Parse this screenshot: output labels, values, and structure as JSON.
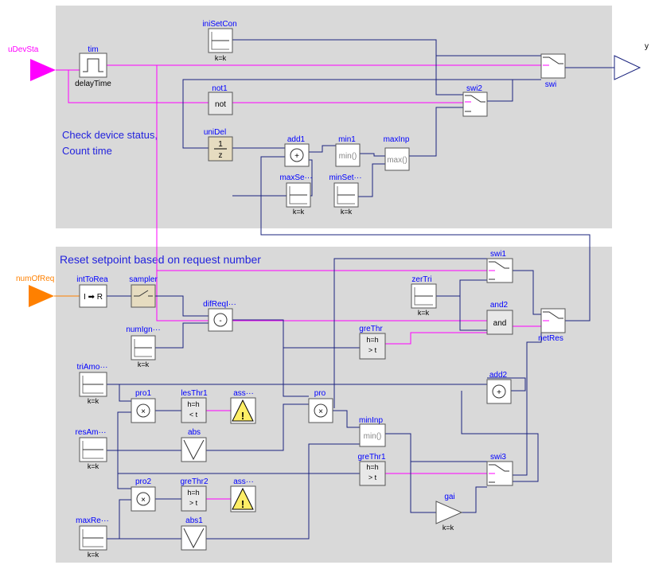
{
  "inputs": {
    "uDevSta": "uDevSta",
    "numOfReq": "numOfReq"
  },
  "output": {
    "y": "y"
  },
  "regions": {
    "top_note_line1": "Check device status,",
    "top_note_line2": "Count time",
    "bottom_title": "Reset setpoint based on request number"
  },
  "blocks": {
    "tim": {
      "name": "tim",
      "param": "delayTime"
    },
    "iniSetCon": {
      "name": "iniSetCon",
      "param": "k=k"
    },
    "not1": {
      "name": "not1",
      "symbol": "not"
    },
    "uniDel": {
      "name": "uniDel",
      "num": "1",
      "den": "z"
    },
    "swi2": {
      "name": "swi2"
    },
    "swi": {
      "name": "swi"
    },
    "add1": {
      "name": "add1",
      "symbol": "+"
    },
    "min1": {
      "name": "min1",
      "symbol": "min()"
    },
    "maxInp": {
      "name": "maxInp",
      "symbol": "max()"
    },
    "maxSet": {
      "name": "maxSe···",
      "param": "k=k"
    },
    "minSet": {
      "name": "minSet···",
      "param": "k=k"
    },
    "intToRea": {
      "name": "intToRea",
      "symbol": "I ➡ R"
    },
    "sampler": {
      "name": "sampler"
    },
    "difReqIgn": {
      "name": "difReqI···",
      "symbol": "-"
    },
    "numIgn": {
      "name": "numIgn···",
      "param": "k=k"
    },
    "swi1": {
      "name": "swi1"
    },
    "zerTri": {
      "name": "zerTri",
      "param": "k=k"
    },
    "and2": {
      "name": "and2",
      "symbol": "and"
    },
    "netRes": {
      "name": "netRes"
    },
    "greThr": {
      "name": "greThr",
      "line1": "h=h",
      "line2": "> t"
    },
    "triAmo": {
      "name": "triAmo···",
      "param": "k=k"
    },
    "pro1": {
      "name": "pro1",
      "symbol": "×"
    },
    "lesThr1": {
      "name": "lesThr1",
      "line1": "h=h",
      "line2": "< t"
    },
    "ass1": {
      "name": "ass···",
      "symbol": "!"
    },
    "pro": {
      "name": "pro",
      "symbol": "×"
    },
    "add2": {
      "name": "add2",
      "symbol": "+"
    },
    "resAmo": {
      "name": "resAm···",
      "param": "k=k"
    },
    "abs": {
      "name": "abs"
    },
    "minInp": {
      "name": "minInp",
      "symbol": "min()"
    },
    "greThr1": {
      "name": "greThr1",
      "line1": "h=h",
      "line2": "> t"
    },
    "swi3": {
      "name": "swi3"
    },
    "pro2": {
      "name": "pro2",
      "symbol": "×"
    },
    "greThr2": {
      "name": "greThr2",
      "line1": "h=h",
      "line2": "> t"
    },
    "ass2": {
      "name": "ass···",
      "symbol": "!"
    },
    "gai": {
      "name": "gai",
      "param": "k=k"
    },
    "maxRes": {
      "name": "maxRe···",
      "param": "k=k"
    },
    "abs1": {
      "name": "abs1"
    }
  },
  "colors": {
    "region_fill": "#d9d9d9",
    "real_wire": "#1a237e",
    "bool_wire": "#ff00ff",
    "int_wire": "#ff8000",
    "label_blue": "#0000ff",
    "block_fill": "#ffffff",
    "block_shaded": "#e6dcc0",
    "warn_fill": "#ffee66"
  }
}
